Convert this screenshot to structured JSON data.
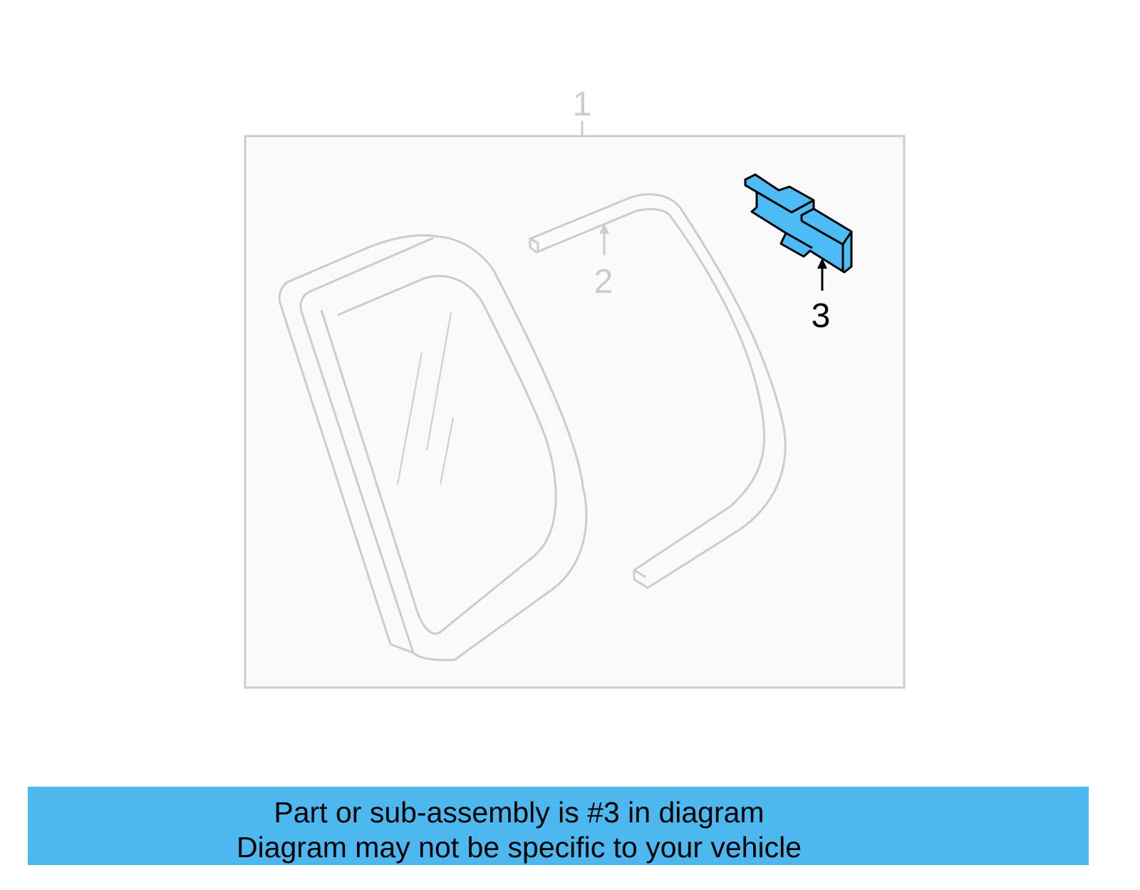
{
  "diagram": {
    "callouts": [
      {
        "number": "1",
        "highlighted": false
      },
      {
        "number": "2",
        "highlighted": false
      },
      {
        "number": "3",
        "highlighted": true
      }
    ],
    "colors": {
      "highlight": "#4dbbf5",
      "outline": "#cccccc",
      "box_fill": "#fafafa"
    }
  },
  "banner": {
    "line1": "Part or sub-assembly is #3 in diagram",
    "line2": "Diagram may not be specific to your vehicle",
    "color": "#4db8f0"
  }
}
